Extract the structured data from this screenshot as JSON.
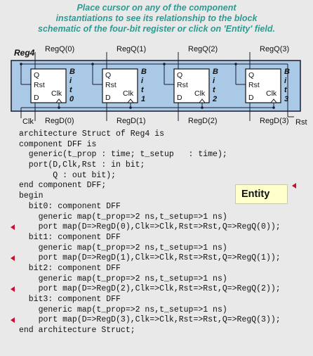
{
  "instructions": {
    "line1": "Place cursor on any of the component",
    "line2": "instantiations to see its relationship to the block",
    "line3": "schematic of the four-bit register or click on 'Entity' field."
  },
  "schematic": {
    "title": "Reg4",
    "clk_label": "Clk",
    "rst_label": "Rst",
    "colors": {
      "background": "#a9c9e6",
      "frame": "#1a1a2e",
      "block": "#ffffff"
    },
    "pin_labels": {
      "q": "Q",
      "rst": "Rst",
      "d": "D",
      "clk": "Clk"
    },
    "blocks": [
      {
        "q_out": "RegQ(0)",
        "d_in": "RegD(0)",
        "bit_letters": [
          "B",
          "i",
          "t",
          "0"
        ]
      },
      {
        "q_out": "RegQ(1)",
        "d_in": "RegD(1)",
        "bit_letters": [
          "B",
          "i",
          "t",
          "1"
        ]
      },
      {
        "q_out": "RegQ(2)",
        "d_in": "RegD(2)",
        "bit_letters": [
          "B",
          "i",
          "t",
          "2"
        ]
      },
      {
        "q_out": "RegQ(3)",
        "d_in": "RegD(3)",
        "bit_letters": [
          "B",
          "i",
          "t",
          "3"
        ]
      }
    ]
  },
  "entity_button": {
    "label": "Entity"
  },
  "code_lines": [
    {
      "text": "architecture Struct of Reg4 is",
      "marker": false
    },
    {
      "text": "component DFF is",
      "marker": false
    },
    {
      "text": "  generic(t_prop : time; t_setup   : time);",
      "marker": false
    },
    {
      "text": "  port(D,Clk,Rst : in bit;",
      "marker": false
    },
    {
      "text": "       Q : out bit);",
      "marker": false
    },
    {
      "text": "end component DFF;",
      "marker": false
    },
    {
      "text": "begin",
      "marker": false
    },
    {
      "text": "  bit0: component DFF",
      "marker": false
    },
    {
      "text": "    generic map(t_prop=>2 ns,t_setup=>1 ns)",
      "marker": false
    },
    {
      "text": "    port map(D=>RegD(0),Clk=>Clk,Rst=>Rst,Q=>RegQ(0));",
      "marker": true
    },
    {
      "text": "  bit1: component DFF",
      "marker": false
    },
    {
      "text": "    generic map(t_prop=>2 ns,t_setup=>1 ns)",
      "marker": false
    },
    {
      "text": "    port map(D=>RegD(1),Clk=>Clk,Rst=>Rst,Q=>RegQ(1));",
      "marker": true
    },
    {
      "text": "  bit2: component DFF",
      "marker": false
    },
    {
      "text": "    generic map(t_prop=>2 ns,t_setup=>1 ns)",
      "marker": false
    },
    {
      "text": "    port map(D=>RegD(2),Clk=>Clk,Rst=>Rst,Q=>RegQ(2));",
      "marker": true
    },
    {
      "text": "  bit3: component DFF",
      "marker": false
    },
    {
      "text": "    generic map(t_prop=>2 ns,t_setup=>1 ns)",
      "marker": false
    },
    {
      "text": "    port map(D=>RegD(3),Clk=>Clk,Rst=>Rst,Q=>RegQ(3));",
      "marker": true
    },
    {
      "text": "end architecture Struct;",
      "marker": false
    }
  ]
}
